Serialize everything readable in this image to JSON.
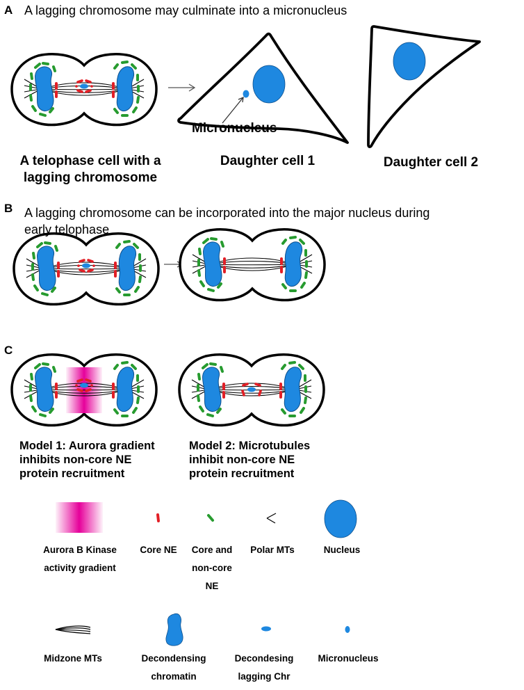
{
  "panels": {
    "a": {
      "letter": "A",
      "title": "A lagging chromosome may culminate into a micronucleus",
      "caption_cell_line1": "A telophase cell with a",
      "caption_cell_line2": "lagging chromosome",
      "caption_daughter1": "Daughter cell 1",
      "caption_daughter2": "Daughter cell 2",
      "micronucleus_label": "Micronucleus"
    },
    "b": {
      "letter": "B",
      "title_line1": "A lagging chromosome can be incorporated into the major nucleus during",
      "title_line2": "early telophase"
    },
    "c": {
      "letter": "C",
      "model1_line1": "Model 1: Aurora gradient",
      "model1_line2": "inhibits non-core NE",
      "model1_line3": "protein recruitment",
      "model2_line1": "Model 2: Microtubules",
      "model2_line2": "inhibit non-core NE",
      "model2_line3": "protein recruitment"
    }
  },
  "legend": {
    "aurora_line1": "Aurora B Kinase",
    "aurora_line2": "activity gradient",
    "core_ne": "Core NE",
    "noncore_line1": "Core and",
    "noncore_line2": "non-core",
    "noncore_line3": "NE",
    "polar_mts": "Polar MTs",
    "nucleus": "Nucleus",
    "midzone_mts": "Midzone MTs",
    "decondensing_line1": "Decondensing",
    "decondensing_line2": "chromatin",
    "lagging_line1": "Decondesing",
    "lagging_line2": "lagging Chr",
    "micronucleus": "Micronucleus"
  },
  "colors": {
    "chromatin_blue": "#1e88e0",
    "core_ne_red": "#e21f26",
    "noncore_ne_green": "#279b2f",
    "aurora_magenta": "#e6009a",
    "outline": "#000000"
  }
}
